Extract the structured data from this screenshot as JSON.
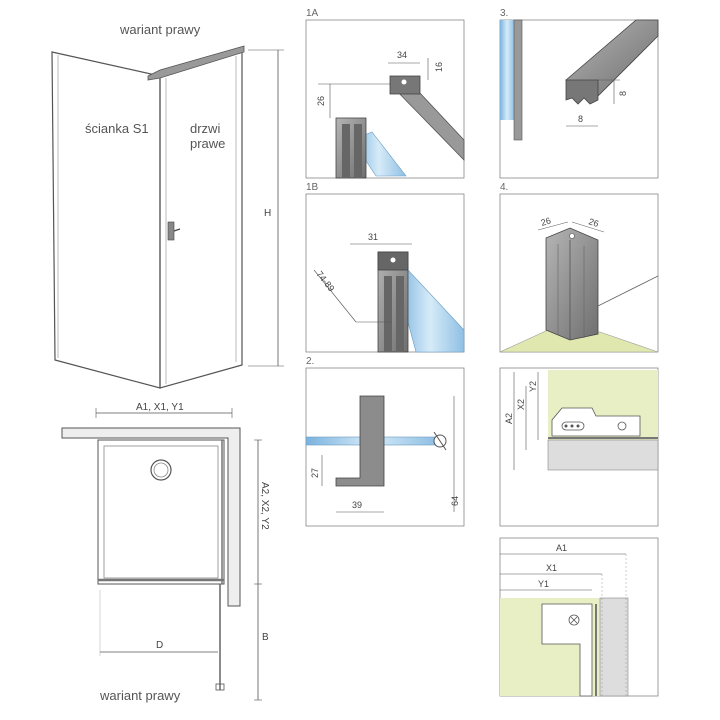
{
  "main": {
    "title_top": "wariant prawy",
    "title_bottom": "wariant prawy",
    "wall_label": "ścianka S1",
    "door_label_1": "drzwi",
    "door_label_2": "prawe",
    "height_label": "H",
    "width_label": "A1, X1, Y1",
    "side_label": "A2, X2, Y2",
    "b_label": "B",
    "d_label": "D"
  },
  "panels": {
    "p1a": {
      "label": "1A",
      "dim_top": "34",
      "dim_right": "16",
      "dim_left": "26"
    },
    "p1b": {
      "label": "1B",
      "dim_top": "31",
      "dim_range": "74-89"
    },
    "p2": {
      "label": "2.",
      "dim_left": "27",
      "dim_bottom": "39",
      "dim_right": "64"
    },
    "p3": {
      "label": "3.",
      "dim_right": "8",
      "dim_bottom": "8"
    },
    "p4": {
      "label": "4.",
      "dim_left": "26",
      "dim_right": "26"
    },
    "p5": {
      "dim_a": "A2",
      "dim_x": "X2",
      "dim_y": "Y2"
    },
    "p6": {
      "dim_a": "A1",
      "dim_x": "X1",
      "dim_y": "Y1"
    }
  },
  "colors": {
    "line": "#555555",
    "profile": "#8a8a8a",
    "glass": "#a8cde8",
    "wall": "#e8efc4"
  }
}
